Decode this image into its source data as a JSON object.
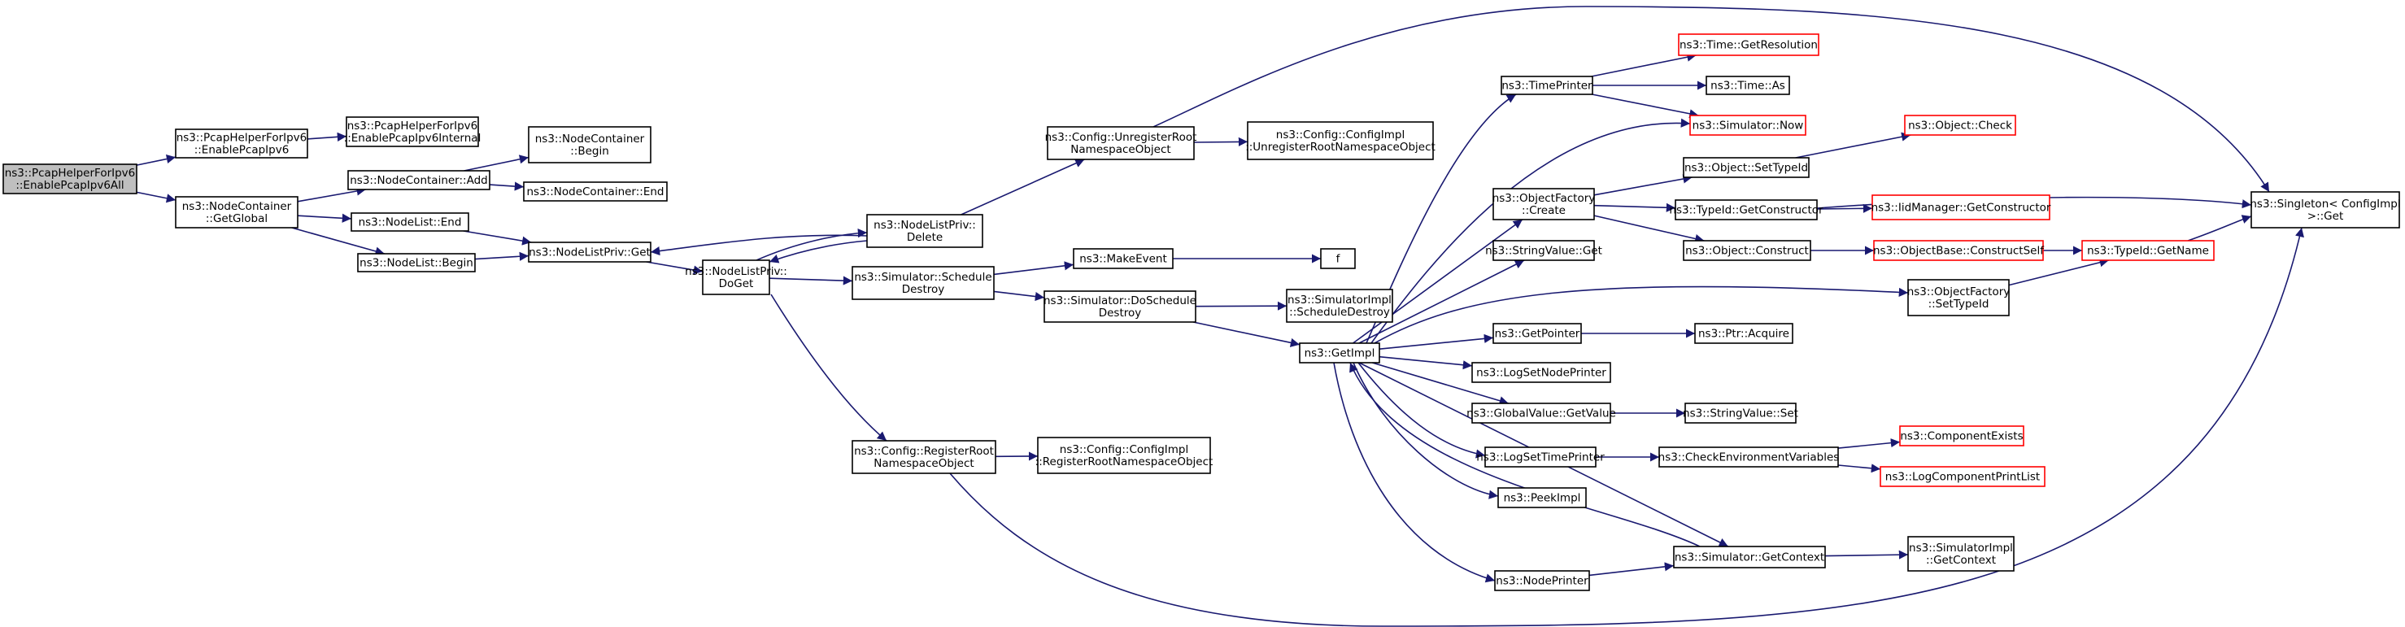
{
  "graph": {
    "title": "",
    "colors": {
      "edge": "#191970",
      "node_border": "#000000",
      "external_border": "#ff0000",
      "root_fill": "#bfbfbf",
      "background": "#ffffff"
    },
    "nodes": [
      {
        "id": "root",
        "lines": [
          "ns3::PcapHelperForIpv6",
          "::EnablePcapIpv6All"
        ],
        "kind": "root",
        "clickable": false
      },
      {
        "id": "enPcap",
        "lines": [
          "ns3::PcapHelperForIpv6",
          "::EnablePcapIpv6"
        ],
        "kind": "normal",
        "clickable": true
      },
      {
        "id": "enPcapInt",
        "lines": [
          "ns3::PcapHelperForIpv6",
          "::EnablePcapIpv6Internal"
        ],
        "kind": "normal",
        "clickable": true
      },
      {
        "id": "ncGetGlobal",
        "lines": [
          "ns3::NodeContainer",
          "::GetGlobal"
        ],
        "kind": "normal",
        "clickable": true
      },
      {
        "id": "ncAdd",
        "lines": [
          "ns3::NodeContainer::Add"
        ],
        "kind": "normal",
        "clickable": true
      },
      {
        "id": "ncBegin",
        "lines": [
          "ns3::NodeContainer",
          "::Begin"
        ],
        "kind": "normal",
        "clickable": true
      },
      {
        "id": "ncEnd",
        "lines": [
          "ns3::NodeContainer::End"
        ],
        "kind": "normal",
        "clickable": true
      },
      {
        "id": "nlEnd",
        "lines": [
          "ns3::NodeList::End"
        ],
        "kind": "normal",
        "clickable": true
      },
      {
        "id": "nlBegin",
        "lines": [
          "ns3::NodeList::Begin"
        ],
        "kind": "normal",
        "clickable": true
      },
      {
        "id": "nlpGet",
        "lines": [
          "ns3::NodeListPriv::Get"
        ],
        "kind": "normal",
        "clickable": true
      },
      {
        "id": "nlpDoGet",
        "lines": [
          "ns3::NodeListPriv::",
          "DoGet"
        ],
        "kind": "normal",
        "clickable": true
      },
      {
        "id": "nlpDelete",
        "lines": [
          "ns3::NodeListPriv::",
          "Delete"
        ],
        "kind": "normal",
        "clickable": true
      },
      {
        "id": "cfgUnreg",
        "lines": [
          "ns3::Config::UnregisterRoot",
          "NamespaceObject"
        ],
        "kind": "normal",
        "clickable": true
      },
      {
        "id": "cfgImplUnreg",
        "lines": [
          "ns3::Config::ConfigImpl",
          "::UnregisterRootNamespaceObject"
        ],
        "kind": "normal",
        "clickable": true
      },
      {
        "id": "simSchedDestroy",
        "lines": [
          "ns3::Simulator::Schedule",
          "Destroy"
        ],
        "kind": "normal",
        "clickable": true
      },
      {
        "id": "makeEvent",
        "lines": [
          "ns3::MakeEvent"
        ],
        "kind": "normal",
        "clickable": true
      },
      {
        "id": "f",
        "lines": [
          "f"
        ],
        "kind": "normal",
        "clickable": true
      },
      {
        "id": "simDoSched",
        "lines": [
          "ns3::Simulator::DoSchedule",
          "Destroy"
        ],
        "kind": "normal",
        "clickable": true
      },
      {
        "id": "simImplSched",
        "lines": [
          "ns3::SimulatorImpl",
          "::ScheduleDestroy"
        ],
        "kind": "normal",
        "clickable": true
      },
      {
        "id": "getImpl",
        "lines": [
          "ns3::GetImpl"
        ],
        "kind": "normal",
        "clickable": true
      },
      {
        "id": "cfgReg",
        "lines": [
          "ns3::Config::RegisterRoot",
          "NamespaceObject"
        ],
        "kind": "normal",
        "clickable": true
      },
      {
        "id": "cfgImplReg",
        "lines": [
          "ns3::Config::ConfigImpl",
          "::RegisterRootNamespaceObject"
        ],
        "kind": "normal",
        "clickable": true
      },
      {
        "id": "timePrinter",
        "lines": [
          "ns3::TimePrinter"
        ],
        "kind": "normal",
        "clickable": true
      },
      {
        "id": "timeGetRes",
        "lines": [
          "ns3::Time::GetResolution"
        ],
        "kind": "external",
        "clickable": true
      },
      {
        "id": "timeAs",
        "lines": [
          "ns3::Time::As"
        ],
        "kind": "normal",
        "clickable": true
      },
      {
        "id": "simNow",
        "lines": [
          "ns3::Simulator::Now"
        ],
        "kind": "external",
        "clickable": true
      },
      {
        "id": "objFactCreate",
        "lines": [
          "ns3::ObjectFactory",
          "::Create"
        ],
        "kind": "normal",
        "clickable": true
      },
      {
        "id": "objSetTypeId",
        "lines": [
          "ns3::Object::SetTypeId"
        ],
        "kind": "normal",
        "clickable": true
      },
      {
        "id": "objCheck",
        "lines": [
          "ns3::Object::Check"
        ],
        "kind": "external",
        "clickable": true
      },
      {
        "id": "typeIdGetCtor",
        "lines": [
          "ns3::TypeId::GetConstructor"
        ],
        "kind": "normal",
        "clickable": true
      },
      {
        "id": "iidMgrGetCtor",
        "lines": [
          "ns3::IidManager::GetConstructor"
        ],
        "kind": "external",
        "clickable": true
      },
      {
        "id": "objConstruct",
        "lines": [
          "ns3::Object::Construct"
        ],
        "kind": "normal",
        "clickable": true
      },
      {
        "id": "objBaseCS",
        "lines": [
          "ns3::ObjectBase::ConstructSelf"
        ],
        "kind": "external",
        "clickable": true
      },
      {
        "id": "typeIdGetName",
        "lines": [
          "ns3::TypeId::GetName"
        ],
        "kind": "external",
        "clickable": true
      },
      {
        "id": "singletonGet",
        "lines": [
          "ns3::Singleton< ConfigImpl",
          " >::Get"
        ],
        "kind": "normal",
        "clickable": true
      },
      {
        "id": "strValGet",
        "lines": [
          "ns3::StringValue::Get"
        ],
        "kind": "normal",
        "clickable": true
      },
      {
        "id": "objFactSetTypeId",
        "lines": [
          "ns3::ObjectFactory",
          "::SetTypeId"
        ],
        "kind": "normal",
        "clickable": true
      },
      {
        "id": "getPointer",
        "lines": [
          "ns3::GetPointer"
        ],
        "kind": "normal",
        "clickable": true
      },
      {
        "id": "ptrAcquire",
        "lines": [
          "ns3::Ptr::Acquire"
        ],
        "kind": "normal",
        "clickable": true
      },
      {
        "id": "logSetNodePrinter",
        "lines": [
          "ns3::LogSetNodePrinter"
        ],
        "kind": "normal",
        "clickable": true
      },
      {
        "id": "gvGetValue",
        "lines": [
          "ns3::GlobalValue::GetValue"
        ],
        "kind": "normal",
        "clickable": true
      },
      {
        "id": "strValSet",
        "lines": [
          "ns3::StringValue::Set"
        ],
        "kind": "normal",
        "clickable": true
      },
      {
        "id": "logSetTimePrinter",
        "lines": [
          "ns3::LogSetTimePrinter"
        ],
        "kind": "normal",
        "clickable": true
      },
      {
        "id": "checkEnv",
        "lines": [
          "ns3::CheckEnvironmentVariables"
        ],
        "kind": "normal",
        "clickable": true
      },
      {
        "id": "compExists",
        "lines": [
          "ns3::ComponentExists"
        ],
        "kind": "external",
        "clickable": true
      },
      {
        "id": "logCompPrintList",
        "lines": [
          "ns3::LogComponentPrintList"
        ],
        "kind": "external",
        "clickable": true
      },
      {
        "id": "peekImpl",
        "lines": [
          "ns3::PeekImpl"
        ],
        "kind": "normal",
        "clickable": true
      },
      {
        "id": "simGetContext",
        "lines": [
          "ns3::Simulator::GetContext"
        ],
        "kind": "normal",
        "clickable": true
      },
      {
        "id": "simImplGetContext",
        "lines": [
          "ns3::SimulatorImpl",
          "::GetContext"
        ],
        "kind": "normal",
        "clickable": true
      },
      {
        "id": "nodePrinter",
        "lines": [
          "ns3::NodePrinter"
        ],
        "kind": "normal",
        "clickable": true
      }
    ],
    "edges": [
      [
        "root",
        "enPcap"
      ],
      [
        "root",
        "ncGetGlobal"
      ],
      [
        "enPcap",
        "enPcapInt"
      ],
      [
        "ncGetGlobal",
        "ncAdd"
      ],
      [
        "ncGetGlobal",
        "nlEnd"
      ],
      [
        "ncGetGlobal",
        "nlBegin"
      ],
      [
        "ncAdd",
        "ncBegin"
      ],
      [
        "ncAdd",
        "ncEnd"
      ],
      [
        "nlEnd",
        "nlpGet"
      ],
      [
        "nlBegin",
        "nlpGet"
      ],
      [
        "nlpGet",
        "nlpDoGet"
      ],
      [
        "nlpDoGet",
        "nlpDelete"
      ],
      [
        "nlpDelete",
        "nlpGet"
      ],
      [
        "nlpDelete",
        "nlpDoGet"
      ],
      [
        "nlpDoGet",
        "simSchedDestroy"
      ],
      [
        "nlpDoGet",
        "cfgReg"
      ],
      [
        "nlpDelete",
        "cfgUnreg"
      ],
      [
        "cfgUnreg",
        "cfgImplUnreg"
      ],
      [
        "cfgUnreg",
        "singletonGet"
      ],
      [
        "simSchedDestroy",
        "makeEvent"
      ],
      [
        "simSchedDestroy",
        "simDoSched"
      ],
      [
        "makeEvent",
        "f"
      ],
      [
        "simDoSched",
        "simImplSched"
      ],
      [
        "simDoSched",
        "getImpl"
      ],
      [
        "cfgReg",
        "cfgImplReg"
      ],
      [
        "cfgReg",
        "singletonGet"
      ],
      [
        "getImpl",
        "timePrinter"
      ],
      [
        "getImpl",
        "simNow"
      ],
      [
        "getImpl",
        "objFactCreate"
      ],
      [
        "getImpl",
        "strValGet"
      ],
      [
        "getImpl",
        "objFactSetTypeId"
      ],
      [
        "getImpl",
        "getPointer"
      ],
      [
        "getImpl",
        "logSetNodePrinter"
      ],
      [
        "getImpl",
        "gvGetValue"
      ],
      [
        "getImpl",
        "logSetTimePrinter"
      ],
      [
        "getImpl",
        "peekImpl"
      ],
      [
        "getImpl",
        "simGetContext"
      ],
      [
        "getImpl",
        "nodePrinter"
      ],
      [
        "timePrinter",
        "timeGetRes"
      ],
      [
        "timePrinter",
        "timeAs"
      ],
      [
        "timePrinter",
        "simNow"
      ],
      [
        "objFactCreate",
        "objSetTypeId"
      ],
      [
        "objFactCreate",
        "typeIdGetCtor"
      ],
      [
        "objFactCreate",
        "objConstruct"
      ],
      [
        "objSetTypeId",
        "objCheck"
      ],
      [
        "typeIdGetCtor",
        "iidMgrGetCtor"
      ],
      [
        "typeIdGetCtor",
        "singletonGet"
      ],
      [
        "objConstruct",
        "objBaseCS"
      ],
      [
        "objBaseCS",
        "typeIdGetName"
      ],
      [
        "typeIdGetName",
        "singletonGet"
      ],
      [
        "objFactSetTypeId",
        "typeIdGetName"
      ],
      [
        "getPointer",
        "ptrAcquire"
      ],
      [
        "gvGetValue",
        "strValSet"
      ],
      [
        "logSetTimePrinter",
        "checkEnv"
      ],
      [
        "checkEnv",
        "compExists"
      ],
      [
        "checkEnv",
        "logCompPrintList"
      ],
      [
        "simGetContext",
        "getImpl"
      ],
      [
        "simGetContext",
        "simImplGetContext"
      ],
      [
        "nodePrinter",
        "simGetContext"
      ]
    ]
  }
}
